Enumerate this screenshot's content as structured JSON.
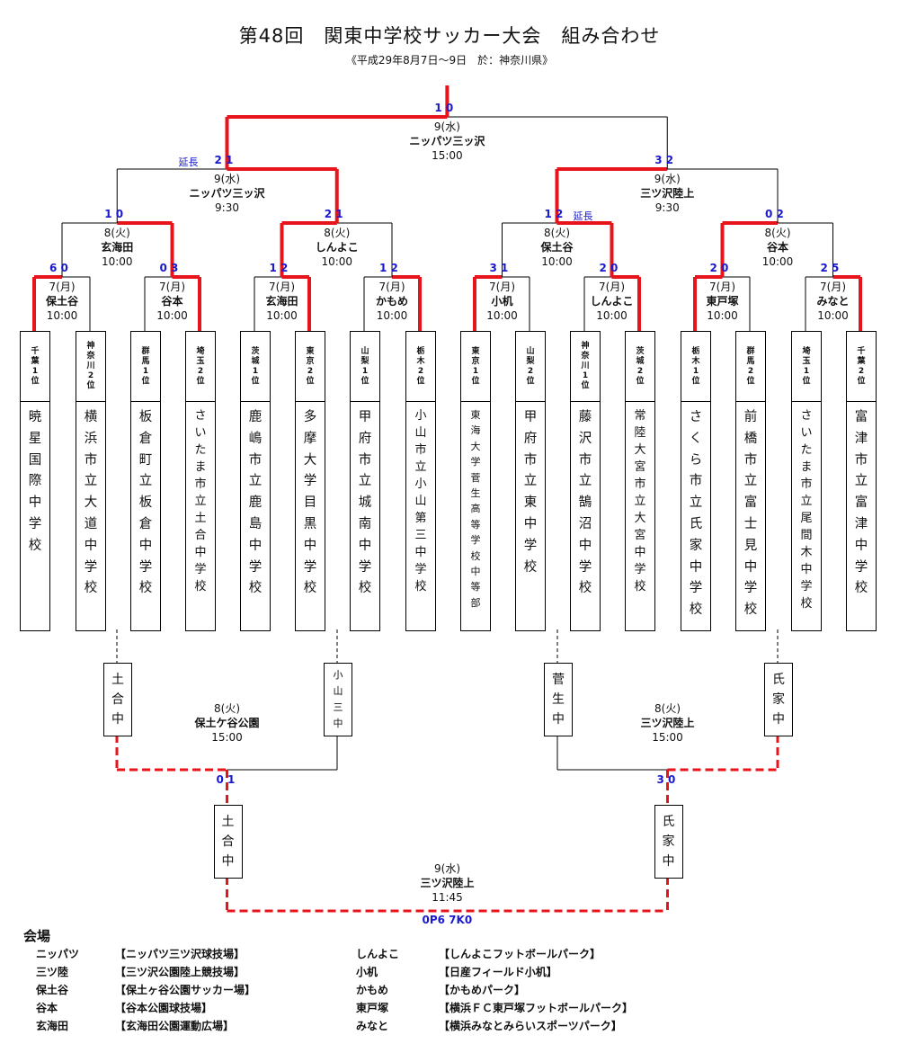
{
  "title": "第48回　関東中学校サッカー大会　組み合わせ",
  "subtitle": "《平成29年8月7日～9日　於：神奈川県》",
  "colors": {
    "winner_line": "#e8141c",
    "line": "#000000",
    "score": "#1a1acc"
  },
  "teams": [
    {
      "pref": [
        "千",
        "葉",
        "1",
        "位"
      ],
      "school": [
        "暁",
        "星",
        "国",
        "際",
        "中",
        "学",
        "校"
      ]
    },
    {
      "pref": [
        "神",
        "奈",
        "川",
        "2",
        "位"
      ],
      "school": [
        "横",
        "浜",
        "市",
        "立",
        "大",
        "道",
        "中",
        "学",
        "校"
      ]
    },
    {
      "pref": [
        "群",
        "馬",
        "1",
        "位"
      ],
      "school": [
        "板",
        "倉",
        "町",
        "立",
        "板",
        "倉",
        "中",
        "学",
        "校"
      ]
    },
    {
      "pref": [
        "埼",
        "玉",
        "2",
        "位"
      ],
      "school": [
        "さ",
        "い",
        "た",
        "ま",
        "市",
        "立",
        "土",
        "合",
        "中",
        "学",
        "校"
      ]
    },
    {
      "pref": [
        "茨",
        "城",
        "1",
        "位"
      ],
      "school": [
        "鹿",
        "嶋",
        "市",
        "立",
        "鹿",
        "島",
        "中",
        "学",
        "校"
      ]
    },
    {
      "pref": [
        "東",
        "京",
        "2",
        "位"
      ],
      "school": [
        "多",
        "摩",
        "大",
        "学",
        "目",
        "黒",
        "中",
        "学",
        "校"
      ]
    },
    {
      "pref": [
        "山",
        "梨",
        "1",
        "位"
      ],
      "school": [
        "甲",
        "府",
        "市",
        "立",
        "城",
        "南",
        "中",
        "学",
        "校"
      ]
    },
    {
      "pref": [
        "栃",
        "木",
        "2",
        "位"
      ],
      "school": [
        "小",
        "山",
        "市",
        "立",
        "小",
        "山",
        "第",
        "三",
        "中",
        "学",
        "校"
      ]
    },
    {
      "pref": [
        "東",
        "京",
        "1",
        "位"
      ],
      "school": [
        "東",
        "海",
        "大",
        "学",
        "菅",
        "生",
        "高",
        "等",
        "学",
        "校",
        "中",
        "等",
        "部"
      ]
    },
    {
      "pref": [
        "山",
        "梨",
        "2",
        "位"
      ],
      "school": [
        "甲",
        "府",
        "市",
        "立",
        "東",
        "中",
        "学",
        "校"
      ]
    },
    {
      "pref": [
        "神",
        "奈",
        "川",
        "1",
        "位"
      ],
      "school": [
        "藤",
        "沢",
        "市",
        "立",
        "鵠",
        "沼",
        "中",
        "学",
        "校"
      ]
    },
    {
      "pref": [
        "茨",
        "城",
        "2",
        "位"
      ],
      "school": [
        "常",
        "陸",
        "大",
        "宮",
        "市",
        "立",
        "大",
        "宮",
        "中",
        "学",
        "校"
      ]
    },
    {
      "pref": [
        "栃",
        "木",
        "1",
        "位"
      ],
      "school": [
        "さ",
        "く",
        "ら",
        "市",
        "立",
        "氏",
        "家",
        "中",
        "学",
        "校"
      ]
    },
    {
      "pref": [
        "群",
        "馬",
        "2",
        "位"
      ],
      "school": [
        "前",
        "橋",
        "市",
        "立",
        "富",
        "士",
        "見",
        "中",
        "学",
        "校"
      ]
    },
    {
      "pref": [
        "埼",
        "玉",
        "1",
        "位"
      ],
      "school": [
        "さ",
        "い",
        "た",
        "ま",
        "市",
        "立",
        "尾",
        "間",
        "木",
        "中",
        "学",
        "校"
      ]
    },
    {
      "pref": [
        "千",
        "葉",
        "2",
        "位"
      ],
      "school": [
        "富",
        "津",
        "市",
        "立",
        "富",
        "津",
        "中",
        "学",
        "校"
      ]
    }
  ],
  "r1": [
    {
      "date": "7(月)",
      "venue": "保土谷",
      "time": "10:00",
      "score": "6 0"
    },
    {
      "date": "7(月)",
      "venue": "谷本",
      "time": "10:00",
      "score": "0 3"
    },
    {
      "date": "7(月)",
      "venue": "玄海田",
      "time": "10:00",
      "score": "1 2"
    },
    {
      "date": "7(月)",
      "venue": "かもめ",
      "time": "10:00",
      "score": "1 2"
    },
    {
      "date": "7(月)",
      "venue": "小机",
      "time": "10:00",
      "score": "3 1"
    },
    {
      "date": "7(月)",
      "venue": "しんよこ",
      "time": "10:00",
      "score": "2 0"
    },
    {
      "date": "7(月)",
      "venue": "東戸塚",
      "time": "10:00",
      "score": "2 0"
    },
    {
      "date": "7(月)",
      "venue": "みなと",
      "time": "10:00",
      "score": "2 5"
    }
  ],
  "qf": [
    {
      "date": "8(火)",
      "venue": "玄海田",
      "time": "10:00",
      "score": "1 0",
      "extra": ""
    },
    {
      "date": "8(火)",
      "venue": "しんよこ",
      "time": "10:00",
      "score": "2 1",
      "extra": ""
    },
    {
      "date": "8(火)",
      "venue": "保土谷",
      "time": "10:00",
      "score": "1 2",
      "extra": "延長"
    },
    {
      "date": "8(火)",
      "venue": "谷本",
      "time": "10:00",
      "score": "0 2",
      "extra": ""
    }
  ],
  "sf": [
    {
      "date": "9(水)",
      "venue": "ニッパツ三ッ沢",
      "time": "9:30",
      "score": "2 1",
      "extra": "延長"
    },
    {
      "date": "9(水)",
      "venue": "三ツ沢陸上",
      "time": "9:30",
      "score": "3 2",
      "extra": ""
    }
  ],
  "final": {
    "date": "9(水)",
    "venue": "ニッパツ三ッ沢",
    "time": "15:00",
    "score": "1 0"
  },
  "consolation": {
    "left": {
      "date": "8(火)",
      "venue": "保土ケ谷公園",
      "time": "15:00",
      "score": "0 1",
      "teams": [
        [
          "土",
          "合",
          "中"
        ],
        [
          "小",
          "山",
          "三",
          "中"
        ]
      ]
    },
    "right": {
      "date": "8(火)",
      "venue": "三ツ沢陸上",
      "time": "15:00",
      "score": "3 0",
      "teams": [
        [
          "菅",
          "生",
          "中"
        ],
        [
          "氏",
          "家",
          "中"
        ]
      ]
    },
    "final": {
      "date": "9(水)",
      "venue": "三ツ沢陸上",
      "time": "11:45",
      "score": "0P6 7K0",
      "teams": [
        [
          "土",
          "合",
          "中"
        ],
        [
          "氏",
          "家",
          "中"
        ]
      ]
    }
  },
  "venues_title": "会場",
  "venues": [
    {
      "short": "ニッパツ",
      "full": "【ニッパツ三ツ沢球技場】"
    },
    {
      "short": "三ツ陸",
      "full": "【三ツ沢公園陸上競技場】"
    },
    {
      "short": "保土谷",
      "full": "【保土ヶ谷公園サッカー場】"
    },
    {
      "short": "谷本",
      "full": "【谷本公園球技場】"
    },
    {
      "short": "玄海田",
      "full": "【玄海田公園運動広場】"
    },
    {
      "short": "しんよこ",
      "full": "【しんよこフットボールパーク】"
    },
    {
      "short": "小机",
      "full": "【日産フィールド小机】"
    },
    {
      "short": "かもめ",
      "full": "【かもめパーク】"
    },
    {
      "short": "東戸塚",
      "full": "【横浜ＦＣ東戸塚フットボールパーク】"
    },
    {
      "short": "みなと",
      "full": "【横浜みなとみらいスポーツパーク】"
    }
  ]
}
